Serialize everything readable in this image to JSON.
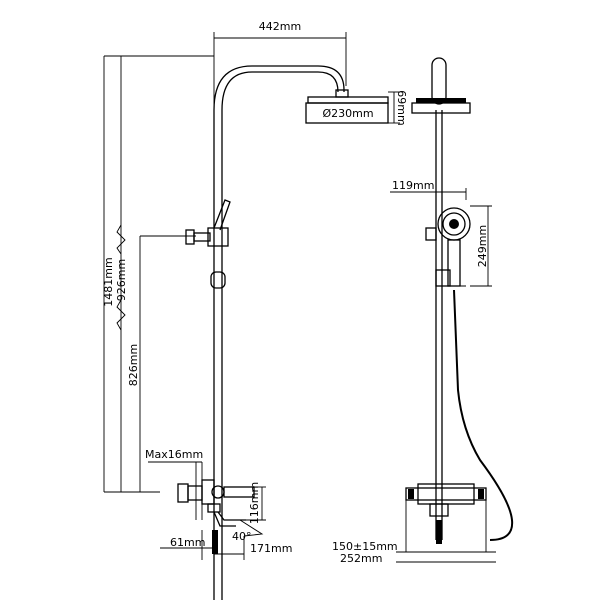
{
  "dimensions": {
    "top_reach": "442mm",
    "head_diameter": "Ø230mm",
    "head_height": "69mm",
    "total_height": "1481mm",
    "upper_height": "926mm",
    "lower_height": "826mm",
    "max_wall_depth": "Max16mm",
    "spout_height": "116mm",
    "spout_angle": "40°",
    "inlet_offset": "61mm",
    "spout_length": "171mm",
    "handset_offset": "119mm",
    "handset_height": "249mm",
    "inlet_centers": "150±15mm",
    "mixer_width": "252mm"
  }
}
